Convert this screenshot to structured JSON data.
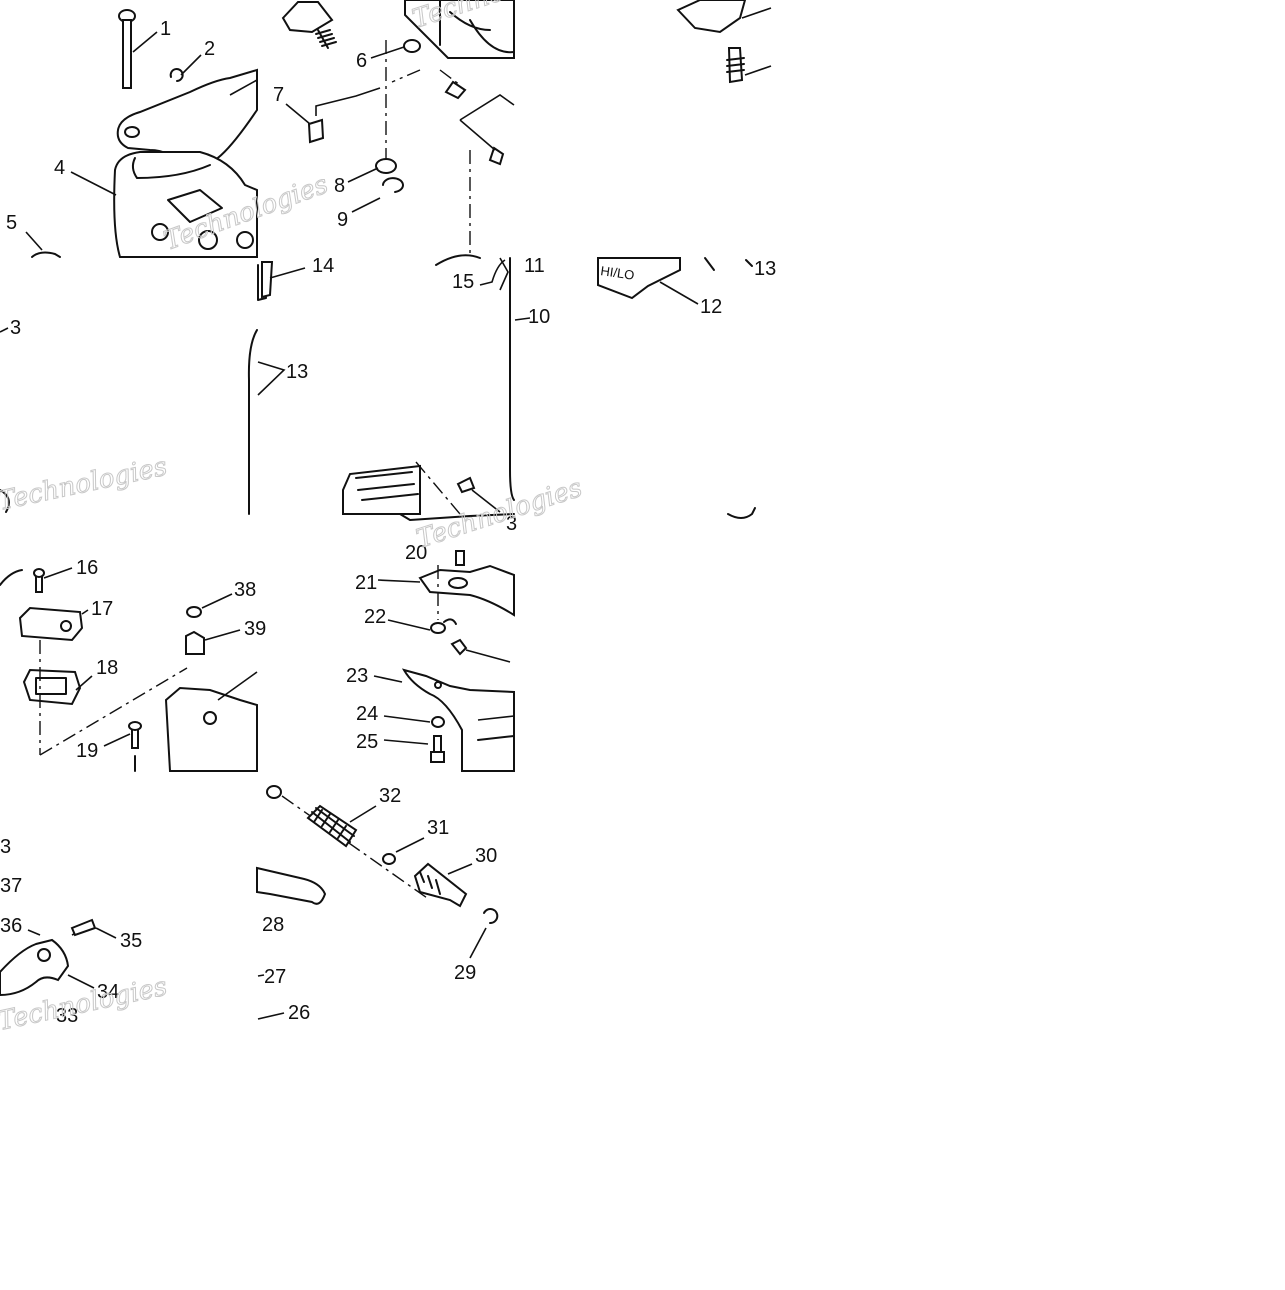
{
  "diagram": {
    "callouts": [
      "1",
      "2",
      "3",
      "4",
      "5",
      "6",
      "7",
      "8",
      "9",
      "10",
      "11",
      "12",
      "13",
      "13",
      "14",
      "15",
      "16",
      "17",
      "18",
      "19",
      "20",
      "21",
      "22",
      "23",
      "24",
      "25",
      "26",
      "27",
      "28",
      "29",
      "30",
      "31",
      "32",
      "33",
      "34",
      "35",
      "36",
      "37",
      "38",
      "39",
      "3",
      "3"
    ],
    "switch_label": "HI/LO",
    "watermark_text": "Technologies"
  }
}
